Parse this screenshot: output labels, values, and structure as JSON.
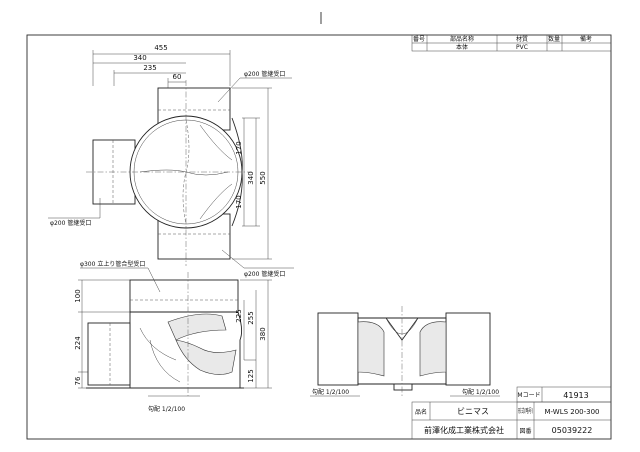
{
  "parts_table": {
    "headers": {
      "no": "番号",
      "part_name": "部品名称",
      "material": "材質",
      "quantity": "数量",
      "remarks": "備考"
    },
    "rows": [
      {
        "no": "",
        "part_name": "本体",
        "material": "PVC",
        "quantity": "",
        "remarks": ""
      }
    ]
  },
  "top_view": {
    "dims": {
      "width_total": "455",
      "width_340": "340",
      "width_235": "235",
      "width_60": "60",
      "height_total": "550",
      "height_340": "340",
      "height_170_top": "170",
      "height_170_bottom": "170"
    },
    "labels": {
      "inlet_top": "φ200 管継受口",
      "inlet_left": "φ200 管継受口",
      "inlet_bottom": "φ200 管継受口"
    }
  },
  "front_view": {
    "dims": {
      "top_100": "100",
      "mid_224": "224",
      "bot_76": "76",
      "h_225": "225",
      "h_255": "255",
      "h_380": "380",
      "h_125": "125"
    },
    "labels": {
      "riser_socket": "φ300 立上り管合型受口"
    },
    "scale": "勾配 1/2/100"
  },
  "side_view": {
    "scale_left": "勾配 1/2/100",
    "scale_right": "勾配 1/2/100"
  },
  "title_block": {
    "mcode_label": "Mコード",
    "mcode_value": "41913",
    "name_label": "品名",
    "name_value": "ビニマス",
    "model_label": "形式(略号)",
    "model_value": "M-WLS 200-300",
    "company": "前澤化成工業株式会社",
    "drawing_no_label": "図番",
    "drawing_no_value": "05039222"
  }
}
